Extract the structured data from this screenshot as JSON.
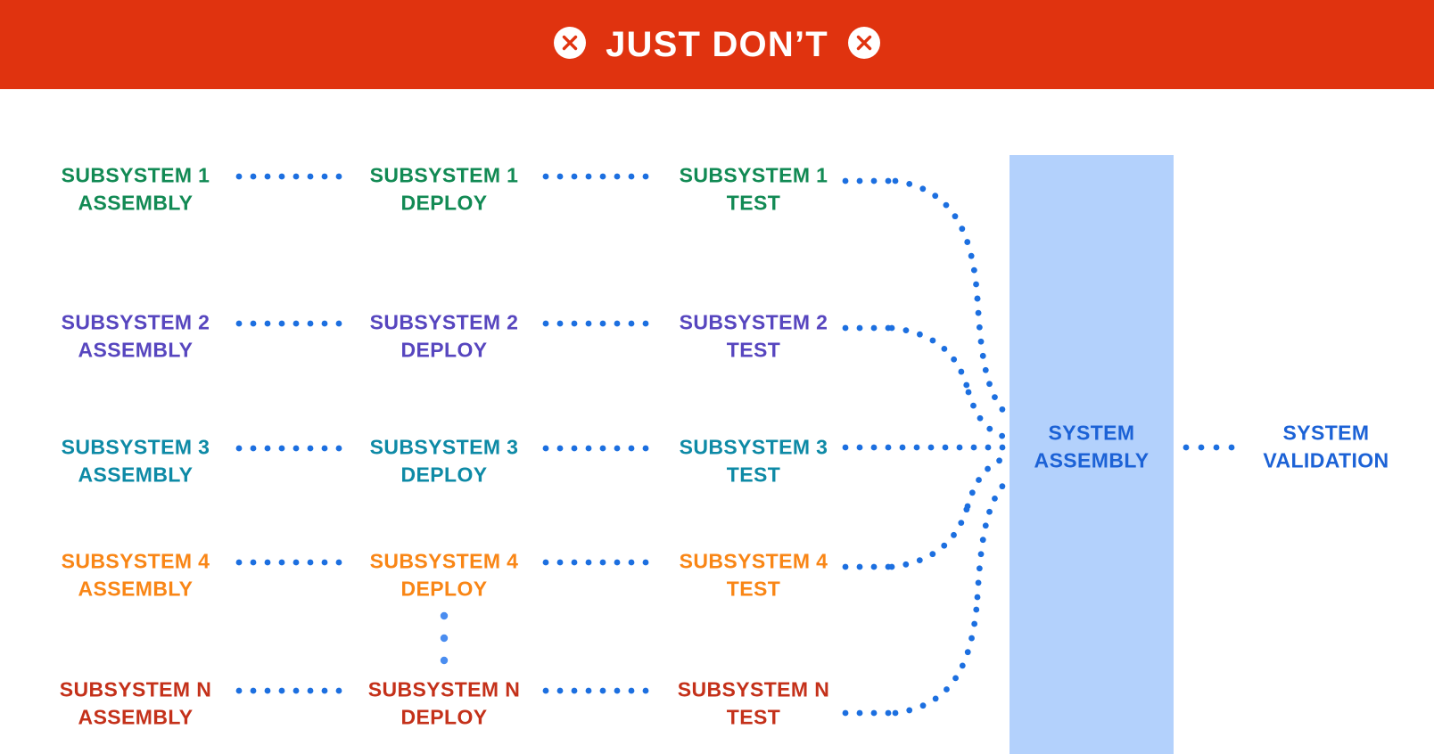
{
  "banner": {
    "title": "JUST DON’T",
    "background_color": "#e0330f",
    "text_color": "#ffffff",
    "left_icon": "circle-x-icon",
    "right_icon": "circle-x-icon"
  },
  "diagram": {
    "type": "flow",
    "connector_color": "#1c6fe0",
    "columns": [
      "ASSEMBLY",
      "DEPLOY",
      "TEST"
    ],
    "rows": [
      {
        "id": "subsystem-1",
        "color": "#128a54",
        "assembly": "SUBSYSTEM 1\nASSEMBLY",
        "assembly_l1": "SUBSYSTEM 1",
        "assembly_l2": "ASSEMBLY",
        "deploy_l1": "SUBSYSTEM 1",
        "deploy_l2": "DEPLOY",
        "test_l1": "SUBSYSTEM 1",
        "test_l2": "TEST"
      },
      {
        "id": "subsystem-2",
        "color": "#5746bf",
        "assembly_l1": "SUBSYSTEM 2",
        "assembly_l2": "ASSEMBLY",
        "deploy_l1": "SUBSYSTEM 2",
        "deploy_l2": "DEPLOY",
        "test_l1": "SUBSYSTEM 2",
        "test_l2": "TEST"
      },
      {
        "id": "subsystem-3",
        "color": "#0e8aa6",
        "assembly_l1": "SUBSYSTEM 3",
        "assembly_l2": "ASSEMBLY",
        "deploy_l1": "SUBSYSTEM 3",
        "deploy_l2": "DEPLOY",
        "test_l1": "SUBSYSTEM 3",
        "test_l2": "TEST"
      },
      {
        "id": "subsystem-4",
        "color": "#f98616",
        "assembly_l1": "SUBSYSTEM 4",
        "assembly_l2": "ASSEMBLY",
        "deploy_l1": "SUBSYSTEM 4",
        "deploy_l2": "DEPLOY",
        "test_l1": "SUBSYSTEM 4",
        "test_l2": "TEST"
      },
      {
        "id": "subsystem-n",
        "color": "#c4311a",
        "assembly_l1": "SUBSYSTEM N",
        "assembly_l2": "ASSEMBLY",
        "deploy_l1": "SUBSYSTEM N",
        "deploy_l2": "DEPLOY",
        "test_l1": "SUBSYSTEM N",
        "test_l2": "TEST"
      }
    ],
    "ellipsis": {
      "name": "vertical-ellipsis",
      "dot_count": 3,
      "color": "#4a8df0"
    },
    "system_assembly": {
      "line1": "SYSTEM",
      "line2": "ASSEMBLY",
      "text_color": "#1c62d6",
      "box_color": "#b3d1fc"
    },
    "system_validation": {
      "line1": "SYSTEM",
      "line2": "VALIDATION",
      "text_color": "#1c62d6"
    }
  }
}
